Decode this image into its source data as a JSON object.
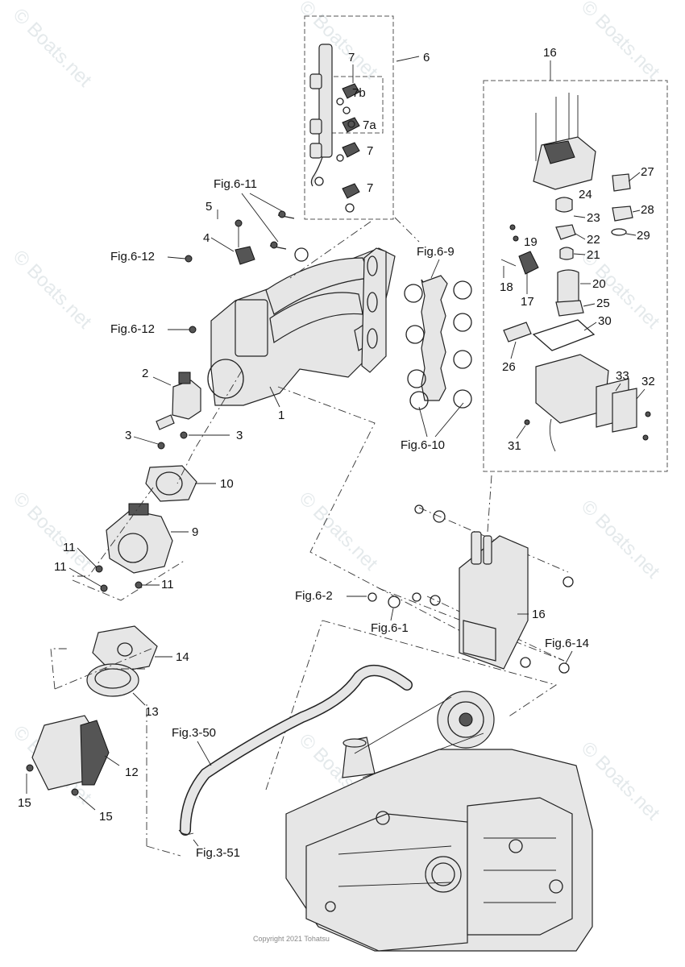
{
  "watermark_text": "© Boats.net",
  "copyright": "Copyright 2021 Tohatsu",
  "part_numbers": {
    "p1": "1",
    "p2": "2",
    "p3a": "3",
    "p3b": "3",
    "p4": "4",
    "p5": "5",
    "p6": "6",
    "p7_top": "7",
    "p7b": "7b",
    "p7a": "7a",
    "p7_mid": "7",
    "p7_low": "7",
    "p9": "9",
    "p10": "10",
    "p11a": "11",
    "p11b": "11",
    "p11c": "11",
    "p12": "12",
    "p13": "13",
    "p14": "14",
    "p15a": "15",
    "p15b": "15",
    "p16_top": "16",
    "p16_mid": "16",
    "p17": "17",
    "p18": "18",
    "p19": "19",
    "p20": "20",
    "p21": "21",
    "p22": "22",
    "p23": "23",
    "p24": "24",
    "p25": "25",
    "p26": "26",
    "p27": "27",
    "p28": "28",
    "p29": "29",
    "p30": "30",
    "p31": "31",
    "p32": "32",
    "p33": "33"
  },
  "figure_refs": {
    "fig_6_11": "Fig.6-11",
    "fig_6_12_a": "Fig.6-12",
    "fig_6_12_b": "Fig.6-12",
    "fig_6_9": "Fig.6-9",
    "fig_6_10": "Fig.6-10",
    "fig_6_2": "Fig.6-2",
    "fig_6_1": "Fig.6-1",
    "fig_6_14": "Fig.6-14",
    "fig_3_50": "Fig.3-50",
    "fig_3_51": "Fig.3-51"
  }
}
